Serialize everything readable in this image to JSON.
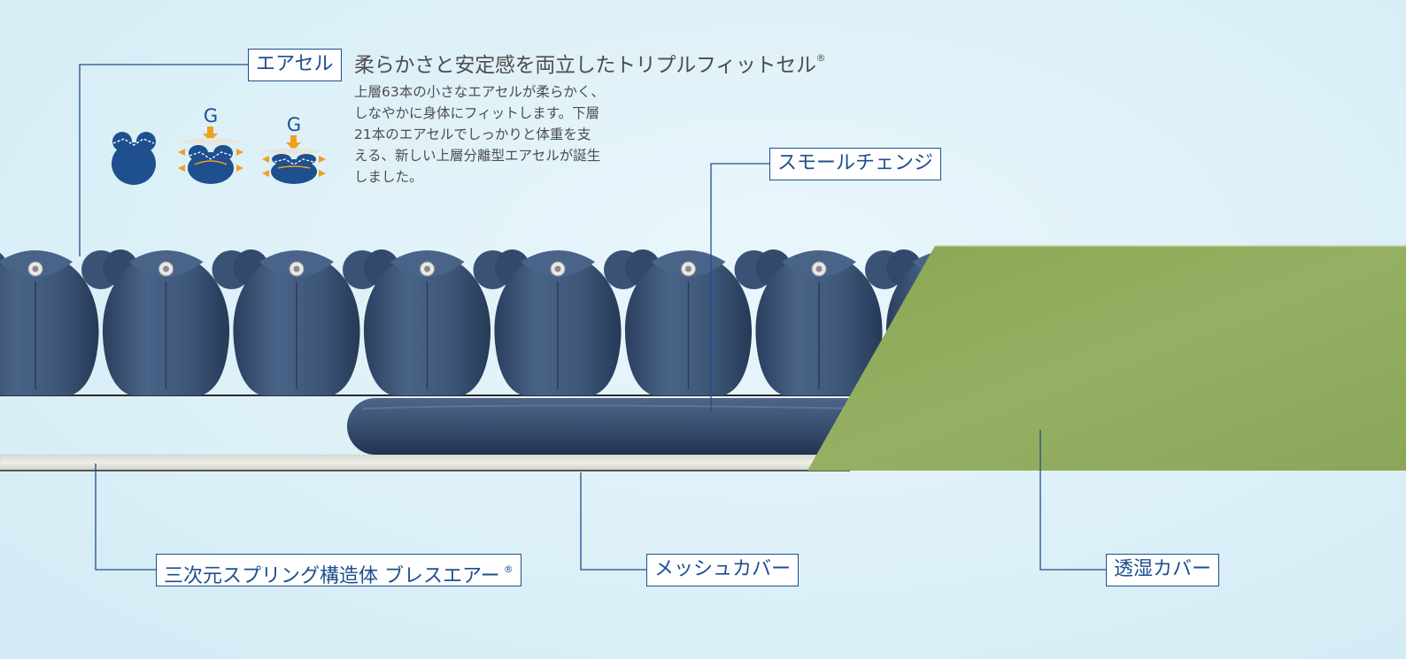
{
  "labels": {
    "aircell": "エアセル",
    "small_change": "スモールチェンジ",
    "spring": "三次元スプリング構造体 ブレスエアー",
    "spring_registered": "®",
    "mesh_cover": "メッシュカバー",
    "moisture_cover": "透湿カバー"
  },
  "headline": {
    "text": "柔らかさと安定感を両立したトリプルフィットセル",
    "registered": "®"
  },
  "description": [
    "上層63本の小さなエアセルが柔らかく、",
    "しなやかに身体にフィットします。下層",
    "21本のエアセルでしっかりと体重を支",
    "える、新しい上層分離型エアセルが誕生",
    "しました。"
  ],
  "icon_letters": [
    "G",
    "G"
  ],
  "colors": {
    "navy": "#1e4f8f",
    "cell": "#3d5577",
    "cover_green": "#90ab5c",
    "arrow_orange": "#f0a020",
    "text_gray": "#4d4d4d"
  }
}
